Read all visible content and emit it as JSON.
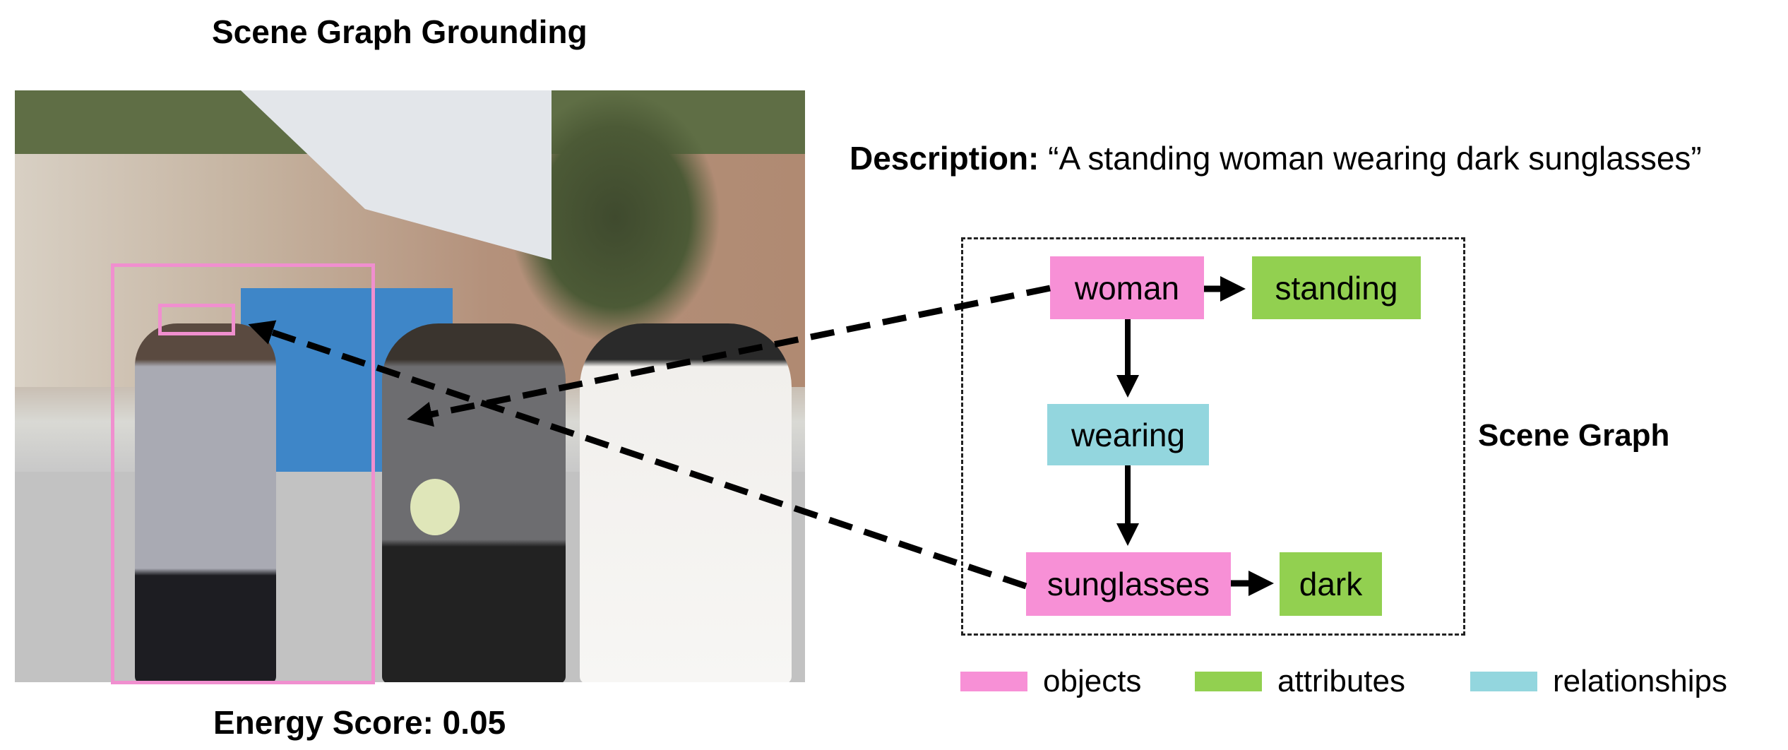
{
  "title": "Scene Graph Grounding",
  "description": {
    "label": "Description:",
    "text": "“A standing woman wearing dark sunglasses”"
  },
  "scene_graph": {
    "label": "Scene Graph",
    "nodes": [
      {
        "id": "woman",
        "label": "woman",
        "type": "objects"
      },
      {
        "id": "standing",
        "label": "standing",
        "type": "attributes"
      },
      {
        "id": "wearing",
        "label": "wearing",
        "type": "relationships"
      },
      {
        "id": "sunglasses",
        "label": "sunglasses",
        "type": "objects"
      },
      {
        "id": "dark",
        "label": "dark",
        "type": "attributes"
      }
    ],
    "edges": [
      {
        "from": "woman",
        "to": "standing"
      },
      {
        "from": "woman",
        "to": "wearing"
      },
      {
        "from": "wearing",
        "to": "sunglasses"
      },
      {
        "from": "sunglasses",
        "to": "dark"
      }
    ]
  },
  "legend": [
    {
      "label": "objects",
      "color": "#f790d6"
    },
    {
      "label": "attributes",
      "color": "#92d050"
    },
    {
      "label": "relationships",
      "color": "#93d6de"
    }
  ],
  "image": {
    "description": "Street photo: woman in grey top with sunglasses holding umbrella, groom and bride nearby",
    "boxes": [
      {
        "object": "woman",
        "color": "#f08fcf"
      },
      {
        "object": "sunglasses",
        "color": "#f08fcf"
      }
    ]
  },
  "energy": {
    "label": "Energy Score:",
    "value": "0.05",
    "text": "Energy Score: 0.05"
  }
}
